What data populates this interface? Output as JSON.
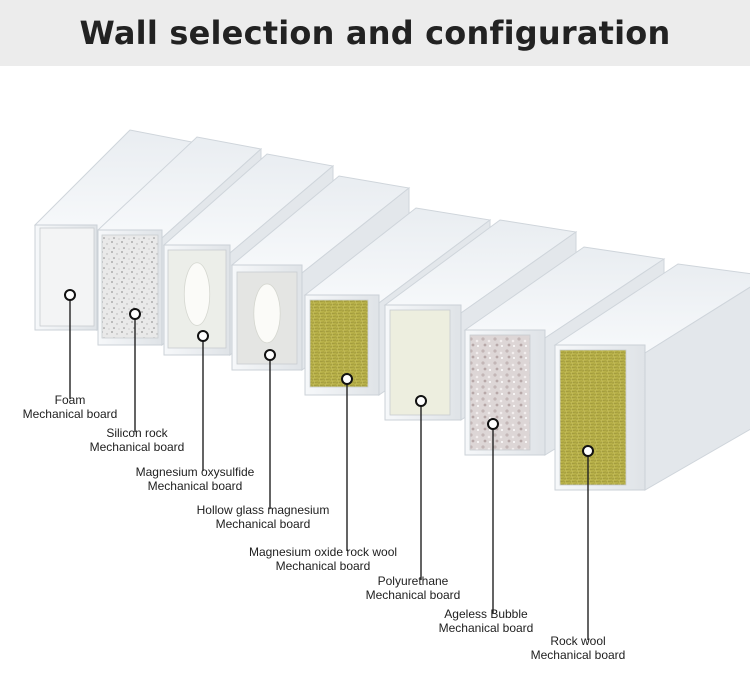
{
  "title": "Wall selection and configuration",
  "panels": [
    {
      "name": "Foam",
      "subtitle": "Mechanical board",
      "core": "foam"
    },
    {
      "name": "Silicon rock",
      "subtitle": "Mechanical board",
      "core": "silicon-rock"
    },
    {
      "name": "Magnesium oxysulfide",
      "subtitle": "Mechanical board",
      "core": "magnesium-oxysulfide"
    },
    {
      "name": "Hollow glass magnesium",
      "subtitle": "Mechanical board",
      "core": "hollow-glass-magnesium"
    },
    {
      "name": "Magnesium oxide rock wool",
      "subtitle": "Mechanical board",
      "core": "magnesium-rock-wool"
    },
    {
      "name": "Polyurethane",
      "subtitle": "Mechanical board",
      "core": "polyurethane"
    },
    {
      "name": "Ageless Bubble",
      "subtitle": "Mechanical board",
      "core": "ageless-bubble"
    },
    {
      "name": "Rock wool",
      "subtitle": "Mechanical board",
      "core": "rock-wool"
    }
  ],
  "colors": {
    "header_bg": "#ececec",
    "title": "#222222",
    "rock_wool": "#b9b24a",
    "foam": "#f4f5f6",
    "polyurethane": "#eeeedd"
  }
}
